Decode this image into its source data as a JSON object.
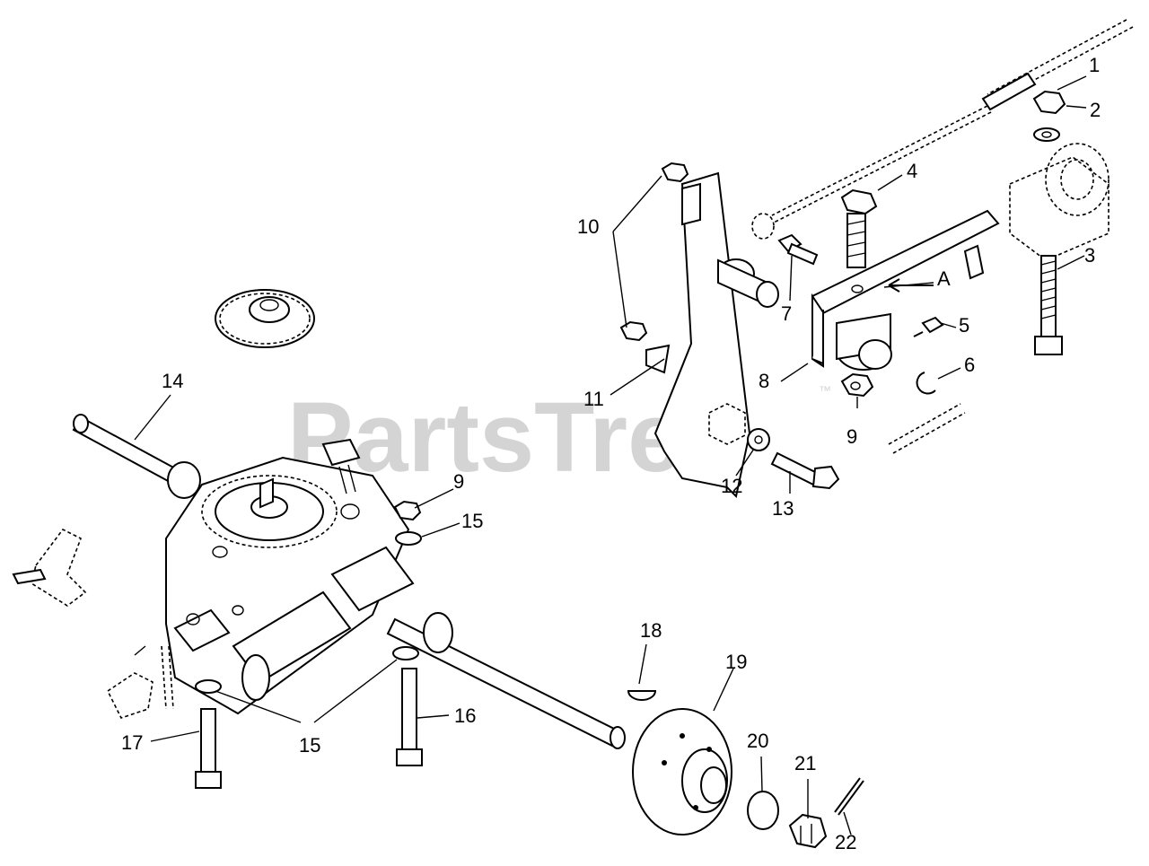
{
  "watermark": {
    "text": "PartsTree",
    "trademark": "™"
  },
  "callouts": {
    "c1": "1",
    "c2": "2",
    "c3": "3",
    "c4": "4",
    "c5": "5",
    "c6": "6",
    "c7": "7",
    "c8": "8",
    "c9a": "9",
    "c9b": "9",
    "c10": "10",
    "c11": "11",
    "c12": "12",
    "c13": "13",
    "c14": "14",
    "c15a": "15",
    "c15b": "15",
    "c16": "16",
    "c17": "17",
    "c18": "18",
    "c19": "19",
    "c20": "20",
    "c21": "21",
    "c22": "22",
    "cA": "A"
  },
  "colors": {
    "line": "#000000",
    "watermark": "#d4d4d4",
    "background": "#ffffff"
  }
}
